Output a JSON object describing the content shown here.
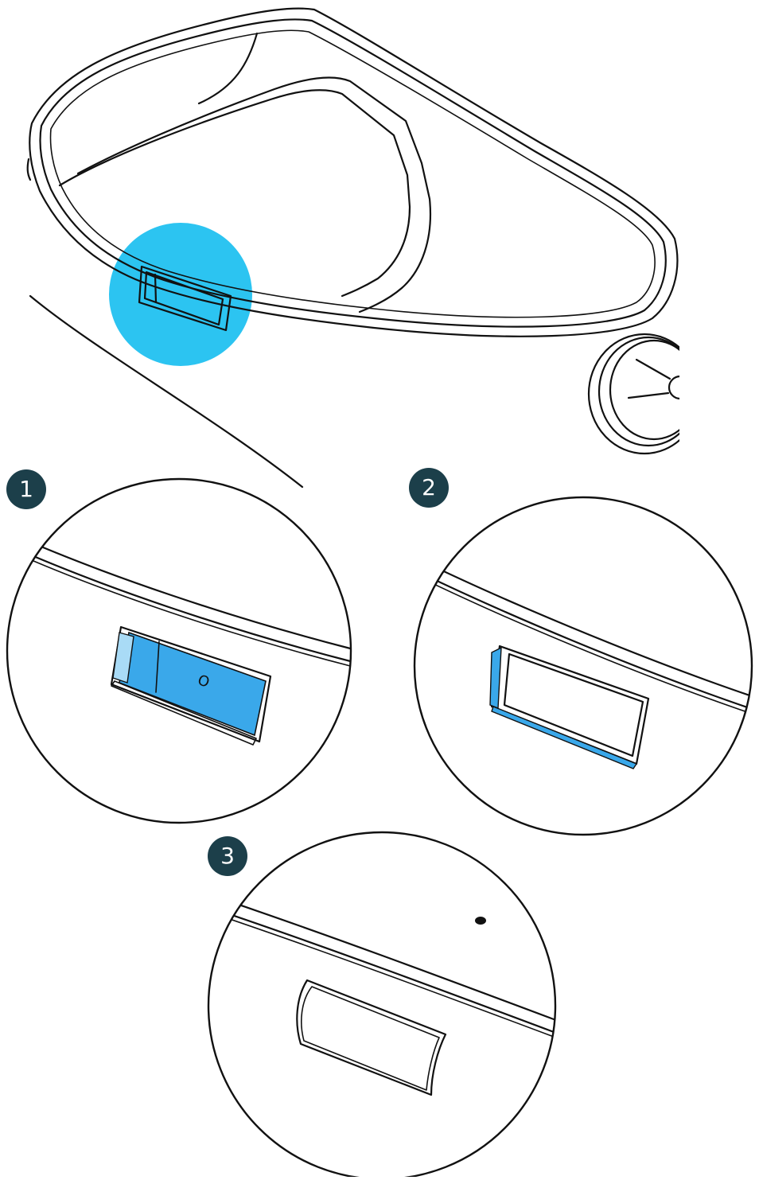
{
  "colors": {
    "highlight": "#2cc4f1",
    "switch_blue": "#3aa8ea",
    "badge_bg": "#1c3f4a",
    "badge_text": "#ffffff",
    "outline": "#111111"
  },
  "overview": {
    "icon": "device-top-view-with-highlighted-switch"
  },
  "steps": [
    {
      "number": "1",
      "switch_mark": "O",
      "icon": "switch-off-detail"
    },
    {
      "number": "2",
      "icon": "switch-housing-detail"
    },
    {
      "number": "3",
      "icon": "switch-opening-detail"
    }
  ]
}
